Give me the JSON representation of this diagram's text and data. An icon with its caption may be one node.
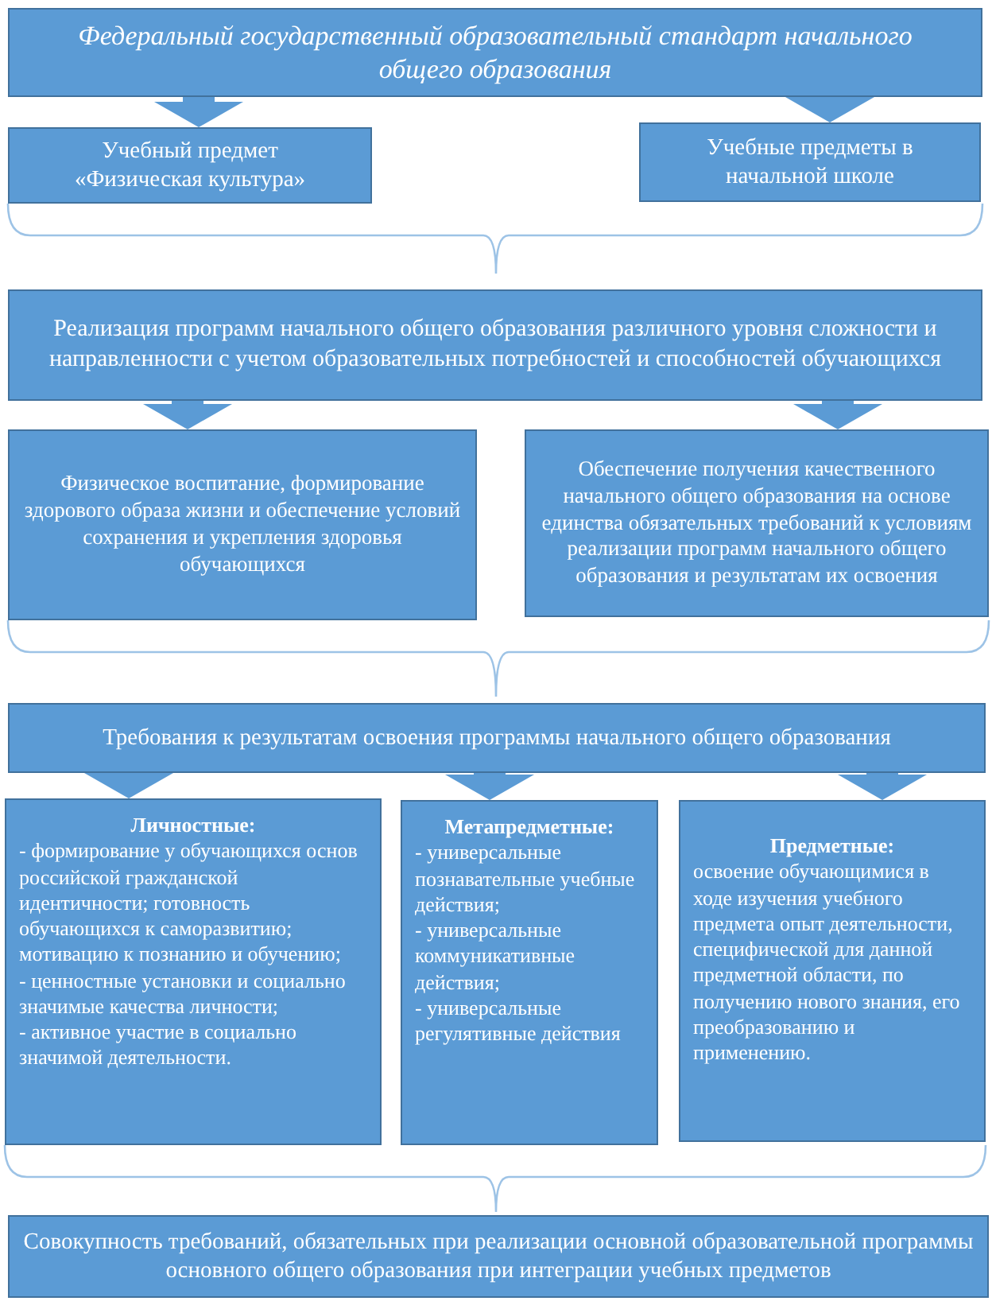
{
  "diagram": {
    "nodes": [
      {
        "text": [
          "Федеральный государственный образовательный стандарт начального общего образования"
        ]
      },
      {
        "text": [
          "Учебный предмет «Физическая культура»"
        ]
      },
      {
        "text": [
          "Учебные предметы в начальной школе"
        ]
      },
      {
        "text": [
          "Реализация программ начального общего образования различного уровня сложности и направленности с учетом образовательных потребностей и способностей обучающихся"
        ]
      },
      {
        "text": [
          "Физическое воспитание, формирование здорового образа жизни и обеспечение условий сохранения и укрепления здоровья обучающихся"
        ]
      },
      {
        "text": [
          "Обеспечение получения качественного начального общего образования на основе единства обязательных требований к условиям реализации программ начального общего образования и результатам их освоения"
        ]
      },
      {
        "text": [
          "Требования к результатам освоения программы начального общего образования"
        ]
      },
      {
        "text": [
          "Личностные:",
          "- формирование у обучающихся основ российской гражданской идентичности; готовность обучающихся к саморазвитию; мотивацию к познанию и обучению;",
          "- ценностные установки и социально значимые качества личности;",
          "- активное участие в социально значимой деятельности."
        ]
      },
      {
        "text": [
          "Метапредметные:",
          "- универсальные познавательные учебные действия;",
          "- универсальные коммуникативные действия;",
          "- универсальные регулятивные действия"
        ]
      },
      {
        "text": [
          "Предметные:",
          "освоение обучающимися в ходе изучения учебного предмета опыт деятельности, специфической для данной предметной области, по получению нового знания, его преобразованию и применению."
        ]
      },
      {
        "text": [
          "Совокупность требований, обязательных при реализации основной образовательной программы основного общего образования при интеграции учебных предметов"
        ]
      }
    ],
    "edges": [
      {
        "from": 0,
        "to": 1,
        "arrow": "to"
      },
      {
        "from": 0,
        "to": 2,
        "arrow": "to"
      },
      {
        "from": 3,
        "to": 4,
        "arrow": "to"
      },
      {
        "from": 3,
        "to": 5,
        "arrow": "to"
      },
      {
        "from": 6,
        "to": 7,
        "arrow": "to"
      },
      {
        "from": 6,
        "to": 8,
        "arrow": "to"
      },
      {
        "from": 6,
        "to": 9,
        "arrow": "to"
      }
    ]
  }
}
